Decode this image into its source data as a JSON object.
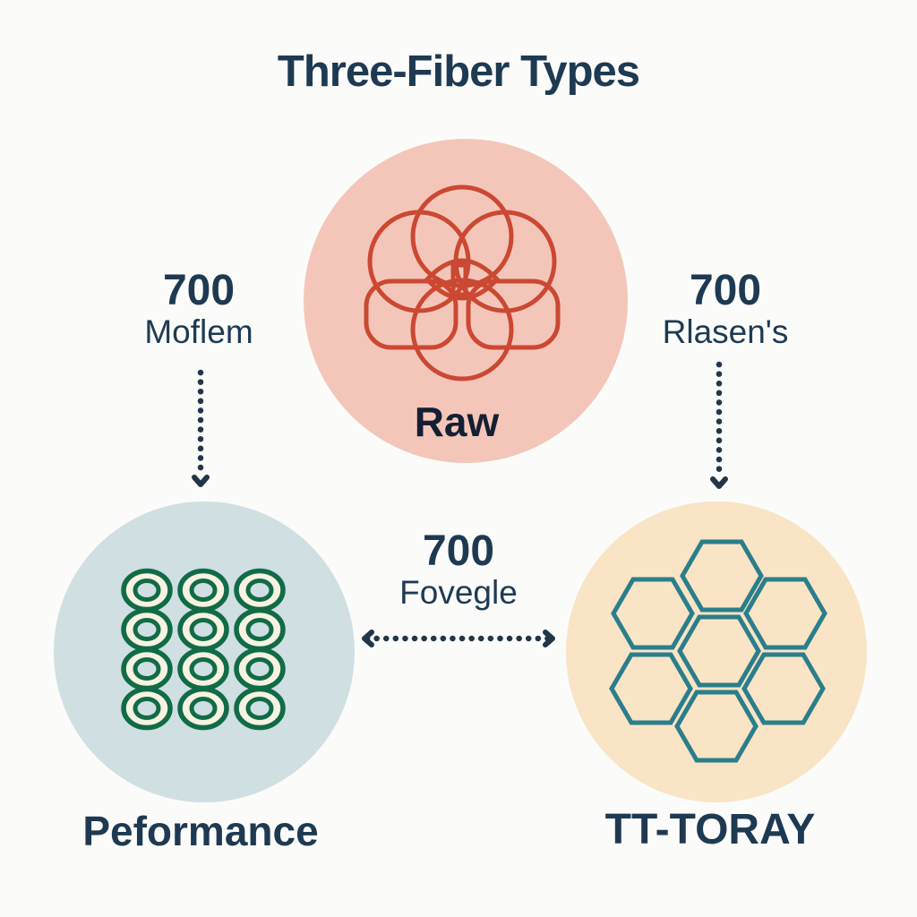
{
  "title": "Three-Fiber Types",
  "nodes": {
    "raw": {
      "label": "Raw",
      "icon": "overlapping-circles-rosette-icon",
      "circle_color": "#f4c6b9",
      "icon_color": "#cb4832"
    },
    "performance": {
      "label": "Peformance",
      "icon": "coil-rings-grid-icon",
      "circle_color": "#cfdfe2",
      "icon_color": "#116b47"
    },
    "toray": {
      "label": "TT-TORAY",
      "icon": "honeycomb-hexagons-icon",
      "circle_color": "#f9e4c5",
      "icon_color": "#2b7e8b"
    }
  },
  "callouts": {
    "left": {
      "value": "700",
      "label": "Moflem"
    },
    "right": {
      "value": "700",
      "label": "Rlasen's"
    },
    "center": {
      "value": "700",
      "label": "Fovegle"
    }
  },
  "colors": {
    "background": "#fbfbfa",
    "navy": "#1e3a52",
    "dark_navy": "#141f33",
    "pink_circle": "#f4c6b9",
    "orange_icon": "#cb4832",
    "blue_circle": "#cfdfe2",
    "green_icon": "#116b47",
    "cream_ring": "#f7f2e1",
    "peach_circle": "#f9e4c5",
    "teal_icon": "#2b7e8b",
    "dotted_line": "#223649"
  }
}
